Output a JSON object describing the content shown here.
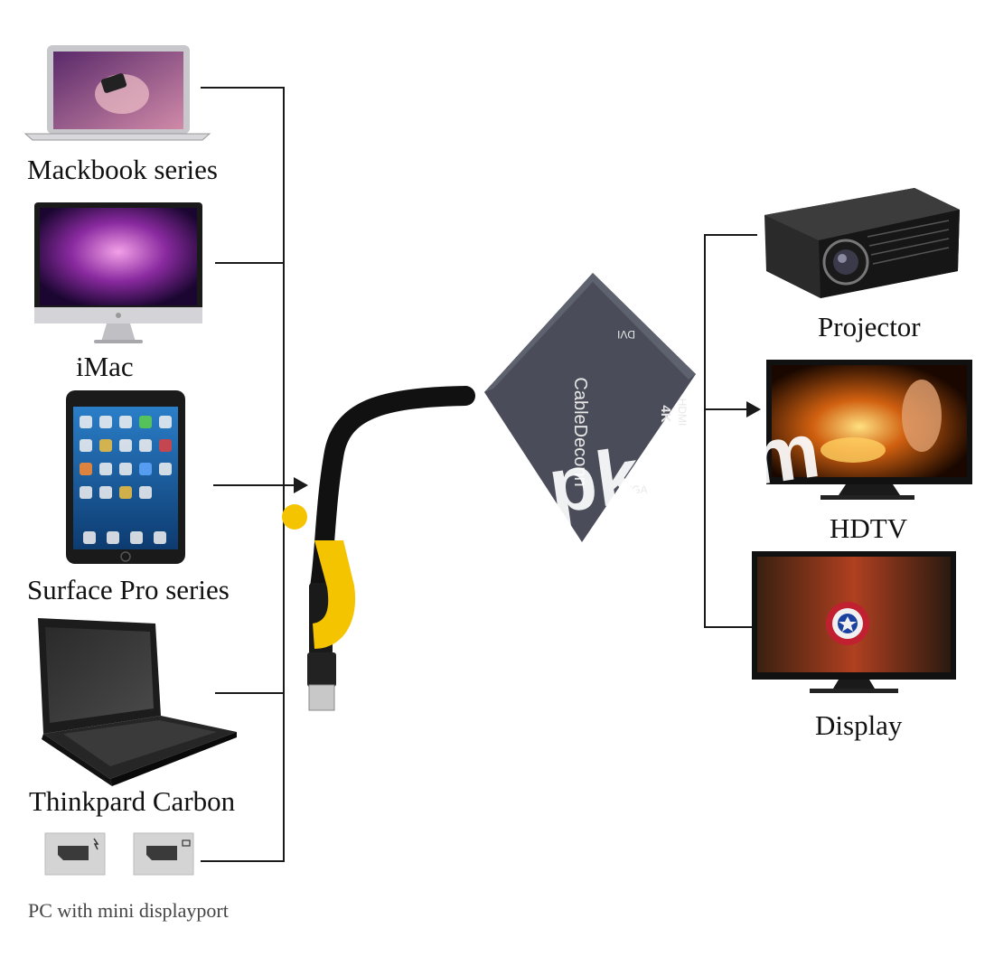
{
  "sources": [
    {
      "label": "Mackbook series",
      "icon": "laptop-icon"
    },
    {
      "label": "iMac",
      "icon": "imac-icon"
    },
    {
      "label": "Surface Pro series",
      "icon": "tablet-icon"
    },
    {
      "label": "Thinkpard Carbon",
      "icon": "thinkpad-laptop-icon"
    }
  ],
  "pc_label": "PC with mini displayport",
  "targets": [
    {
      "label": "Projector",
      "icon": "projector-icon"
    },
    {
      "label": "HDTV",
      "icon": "hdtv-icon"
    },
    {
      "label": "Display",
      "icon": "display-icon"
    }
  ],
  "adapter": {
    "brand": "CableDeconn",
    "port_dvi": "DVI",
    "badge": "4K",
    "port_hdmi": "HDMI",
    "port_vga": "VGA"
  },
  "watermark": "pk.com",
  "colors": {
    "line": "#1a1a1a",
    "adapter_body": "#4a4d59",
    "cable": "#111111",
    "accent": "#f5c400"
  }
}
